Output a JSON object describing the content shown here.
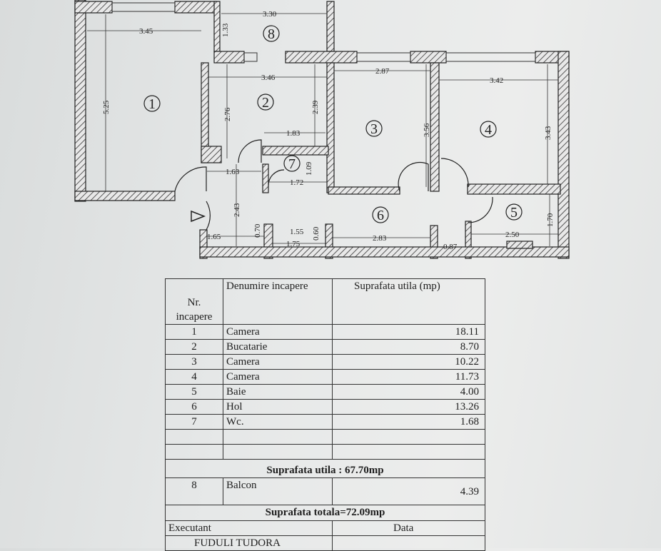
{
  "plan": {
    "rooms": [
      "1",
      "2",
      "3",
      "4",
      "5",
      "6",
      "7",
      "8"
    ],
    "dimensions": {
      "r1_width": "3.45",
      "r1_height": "5.25",
      "r8_width": "3.30",
      "r8_height": "1.33",
      "r2_width": "3.46",
      "r2_height": "2.76",
      "r2_height_b": "2.39",
      "r2_sub": "1.83",
      "r7_height": "1.09",
      "r7_width": "1.72",
      "hall_a": "1.63",
      "r3_width": "2.87",
      "r3_height": "3.56",
      "r4_width": "3.42",
      "r4_height": "3.43",
      "hall_h": "2.43",
      "r5_height": "1.70",
      "r5_width": "2.50",
      "w070": "0.70",
      "w155": "1.55",
      "w165": "1.65",
      "w175": "1.75",
      "w060": "0.60",
      "w283": "2.83",
      "w087": "0.87"
    }
  },
  "table": {
    "header": {
      "nr": "Nr. incapere",
      "name": "Denumire incapere",
      "area": "Suprafata utila (mp)"
    },
    "rows": [
      {
        "nr": "1",
        "name": "Camera",
        "area": "18.11"
      },
      {
        "nr": "2",
        "name": "Bucatarie",
        "area": "8.70"
      },
      {
        "nr": "3",
        "name": "Camera",
        "area": "10.22"
      },
      {
        "nr": "4",
        "name": "Camera",
        "area": "11.73"
      },
      {
        "nr": "5",
        "name": "Baie",
        "area": "4.00"
      },
      {
        "nr": "6",
        "name": "Hol",
        "area": "13.26"
      },
      {
        "nr": "7",
        "name": "Wc.",
        "area": "1.68"
      }
    ],
    "useful_total": "Suprafata utila :  67.70mp",
    "balcony": {
      "nr": "8",
      "name": "Balcon",
      "area": "4.39"
    },
    "grand_total": "Suprafata totala=72.09mp",
    "executant_label": "Executant",
    "date_label": "Data",
    "executant_name": "FUDULI TUDORA"
  }
}
